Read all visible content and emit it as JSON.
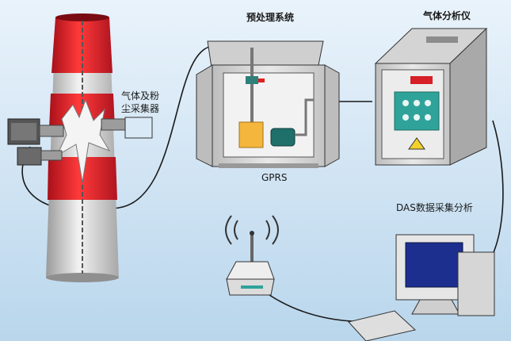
{
  "labels": {
    "pretreatment": "预处理系统",
    "analyzer": "气体分析仪",
    "collector_line1": "气体及粉",
    "collector_line2": "尘采集器",
    "gprs": "GPRS",
    "das": "DAS数据采集分析"
  },
  "colors": {
    "stack_red": "#e01e2a",
    "stack_white": "#e6e6e6",
    "cabinet": "#d8d8d8",
    "pump": "#1f6f6a",
    "tank": "#f4b63c",
    "analyzer_display": "#2fa39a",
    "cable": "#1a1a1a"
  },
  "icons": [
    "chimney-stack-icon",
    "pretreatment-cabinet-icon",
    "gas-analyzer-icon",
    "gprs-router-icon",
    "das-computer-icon"
  ]
}
